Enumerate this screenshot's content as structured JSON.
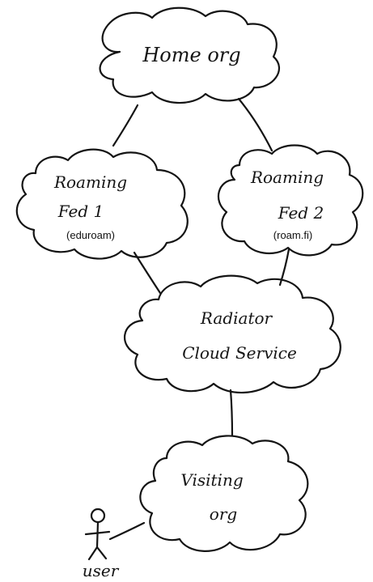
{
  "nodes": {
    "home_org": {
      "label": "Home org"
    },
    "roaming_fed_1": {
      "line1": "Roaming",
      "line2": "Fed 1",
      "note": "(eduroam)"
    },
    "roaming_fed_2": {
      "line1": "Roaming",
      "line2": "Fed 2",
      "note": "(roam.fi)"
    },
    "radiator": {
      "line1": "Radiator",
      "line2": "Cloud Service"
    },
    "visiting_org": {
      "line1": "Visiting",
      "line2": "org"
    },
    "user": {
      "label": "user"
    }
  },
  "colors": {
    "ink": "#141414",
    "background": "#ffffff"
  }
}
